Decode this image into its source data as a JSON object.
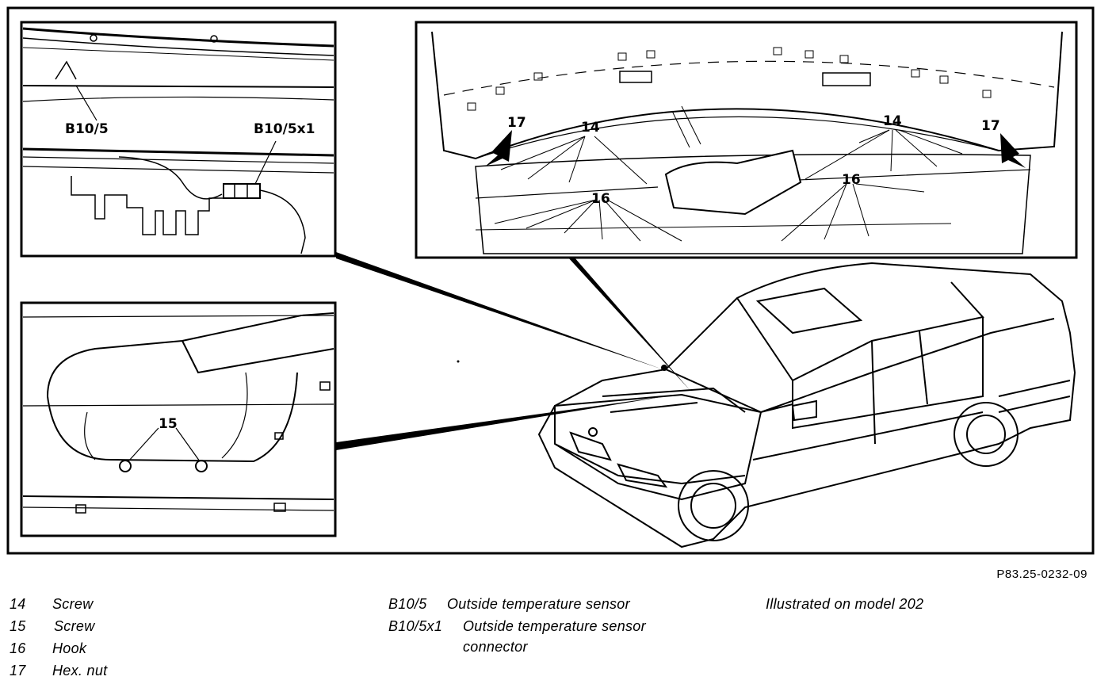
{
  "figure_ref": "P83.25-0232-09",
  "callouts": {
    "b10_5": "B10/5",
    "b10_5x1": "B10/5x1",
    "n14_left": "14",
    "n14_right": "14",
    "n15": "15",
    "n16_left": "16",
    "n16_right": "16",
    "n17_left": "17",
    "n17_right": "17"
  },
  "legend": {
    "items": [
      {
        "num": "14",
        "label": "Screw"
      },
      {
        "num": "15",
        "label": "Screw"
      },
      {
        "num": "16",
        "label": "Hook"
      },
      {
        "num": "17",
        "label": "Hex. nut"
      }
    ],
    "codes": [
      {
        "code": "B10/5",
        "label": "Outside temperature sensor"
      },
      {
        "code": "B10/5x1",
        "label": "Outside temperature sensor",
        "label2": "connector"
      }
    ],
    "note": "Illustrated on model 202"
  },
  "icons": [
    "car-illustration",
    "sensor-icon",
    "connector-icon",
    "hood-panel-illustration",
    "cover-illustration"
  ]
}
